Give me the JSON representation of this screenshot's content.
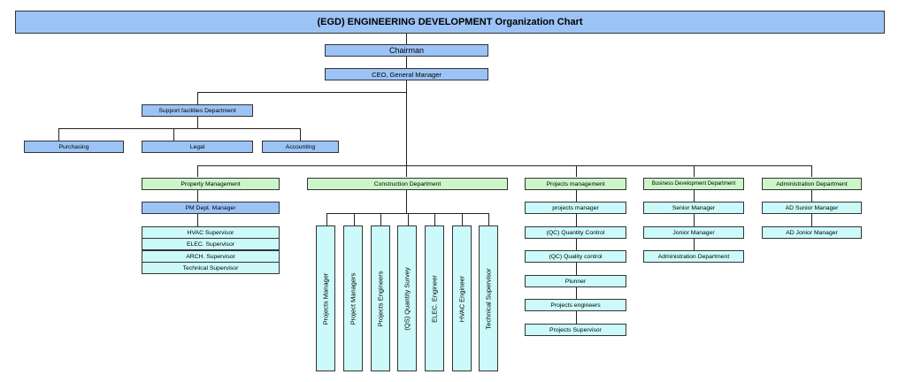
{
  "title": "(EGD) ENGINEERING DEVELOPMENT Organization Chart",
  "chairman": "Chairman",
  "ceo": "CEO, General Manager",
  "support": {
    "name": "Support facilities Department",
    "children": [
      "Purchasing",
      "Legal",
      "Accounting"
    ]
  },
  "departments": {
    "property": {
      "name": "Property Management",
      "manager": "PM Dept. Manager",
      "staff": [
        "HVAC Supervisor",
        "ELEC. Supervisor",
        "ARCH. Supervisor",
        "Technical Supervisor"
      ]
    },
    "construction": {
      "name": "Construction Department",
      "roles": [
        "Projects Manager",
        "Project Managers",
        "Projects Engineers",
        "(QS) Quantity Survey",
        "ELEC. Engineer",
        "HVAC Engineer",
        "Technical Supervisor"
      ]
    },
    "projects": {
      "name": "Projects management",
      "chain": [
        "projects manager",
        "(QC) Quantity Control",
        "(QC) Quality control",
        "Plunner",
        "Projects engineers",
        "Projects Supervisor"
      ]
    },
    "business": {
      "name": "Business Development Department",
      "chain": [
        "Senior Manager",
        "Jonior Manager",
        "Administration Department"
      ]
    },
    "admin": {
      "name": "Administration Department",
      "chain": [
        "AD Sunior Manager",
        "AD Jonior Manager"
      ]
    }
  },
  "colors": {
    "manager_blue": "#9cc3f5",
    "department_green": "#ccf5c8",
    "staff_cyan": "#ccfafa"
  }
}
